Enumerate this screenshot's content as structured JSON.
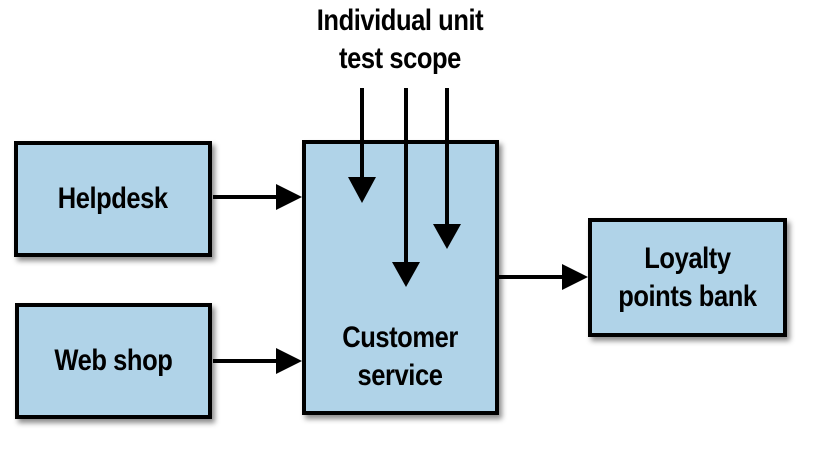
{
  "figure": {
    "annotation": {
      "lines": [
        "Individual unit",
        "test scope"
      ],
      "points_to": "unit_test_markers",
      "arrow_count": 3
    },
    "nodes": {
      "helpdesk": {
        "lines": [
          "Helpdesk"
        ]
      },
      "web_shop": {
        "lines": [
          "Web shop"
        ]
      },
      "customer_service": {
        "lines": [
          "Customer",
          "service"
        ]
      },
      "loyalty_points_bank": {
        "lines": [
          "Loyalty",
          "points bank"
        ]
      }
    },
    "unit_test_markers": {
      "count": 3,
      "location": "customer_service"
    },
    "edges": [
      {
        "from": "helpdesk",
        "to": "customer_service"
      },
      {
        "from": "web_shop",
        "to": "customer_service"
      },
      {
        "from": "customer_service",
        "to": "loyalty_points_bank"
      }
    ],
    "colors": {
      "node_fill": "#b0d3e8",
      "node_border": "#000000",
      "marker_fill": "#f6921e",
      "arrow": "#000000",
      "text": "#000000",
      "background": "#ffffff"
    }
  }
}
